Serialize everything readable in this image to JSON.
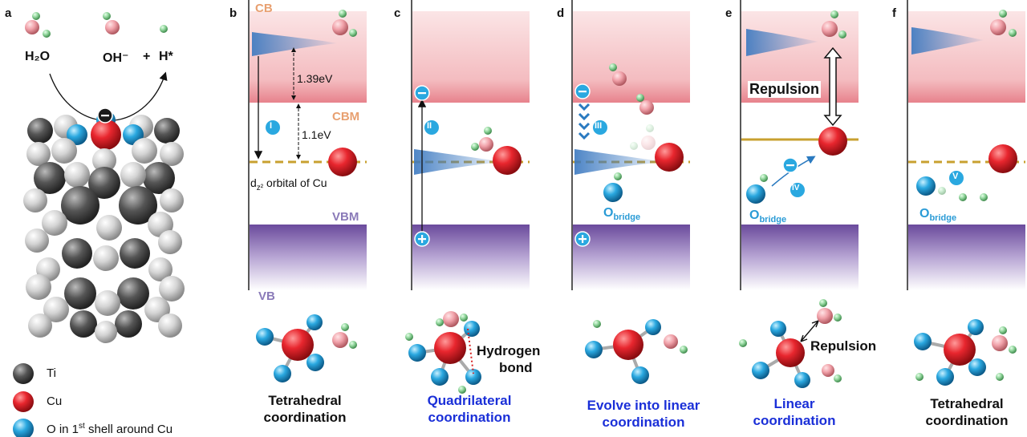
{
  "panels": {
    "a": "a",
    "b": "b",
    "c": "c",
    "d": "d",
    "e": "e",
    "f": "f"
  },
  "panel_a": {
    "h2o": "H₂O",
    "oh": "OH⁻",
    "plus": "+",
    "hstar": "H*",
    "legend": {
      "ti": "Ti",
      "cu": "Cu",
      "o_prefix": "O in 1",
      "o_sup": "st",
      "o_suffix": " shell around Cu"
    }
  },
  "panel_b": {
    "cb": "CB",
    "cbm": "CBM",
    "vbm": "VBM",
    "vb": "VB",
    "gap1": "1.39eV",
    "gap2": "1.1eV",
    "step": "I",
    "orbital_prefix": "d",
    "orbital_sub": "z²",
    "orbital_suffix": " orbital of Cu",
    "caption_line1": "Tetrahedral",
    "caption_line2": "coordination"
  },
  "panel_c": {
    "step": "II",
    "hbond_line1": "Hydrogen",
    "hbond_line2": "bond",
    "caption_line1": "Quadrilateral",
    "caption_line2": "coordination"
  },
  "panel_d": {
    "step": "III",
    "obridge": "O",
    "obridge_sub": "bridge",
    "caption_line1": "Evolve into linear",
    "caption_line2": "coordination"
  },
  "panel_e": {
    "repulsion_top": "Repulsion",
    "step": "IV",
    "obridge": "O",
    "obridge_sub": "bridge",
    "repulsion_bottom": "Repulsion",
    "caption_line1": "Linear",
    "caption_line2": "coordination"
  },
  "panel_f": {
    "step": "V",
    "obridge": "O",
    "obridge_sub": "bridge",
    "caption_line1": "Tetrahedral",
    "caption_line2": "coordination"
  },
  "symbols": {
    "minus": "−",
    "plus": "+"
  },
  "colors": {
    "cb_band": "#f2b9bd",
    "cbm_line": "#d9465a",
    "vb_band": "#7a5aa8",
    "dz2_level": "#c8a030",
    "cu": "#e8262e",
    "o_first_shell": "#2aa8e0",
    "ti": "#555555",
    "h": "#8fd49a",
    "water_o": "#f0a0a8",
    "dos": "#3a78c0"
  }
}
